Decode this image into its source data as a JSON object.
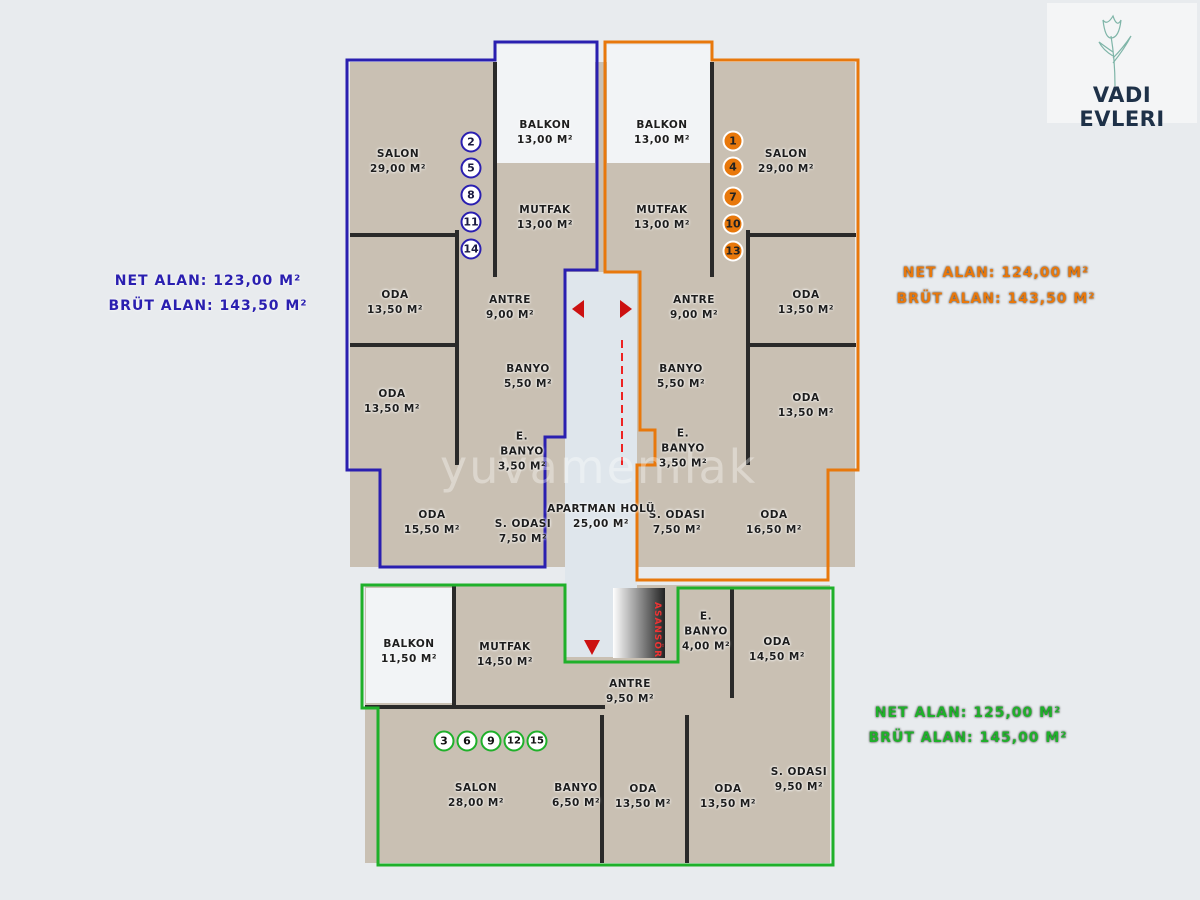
{
  "logo": {
    "text": "VADI EVLERI"
  },
  "watermark": "yuvamemlak",
  "blue_unit": {
    "color": "#2a1fb0",
    "net": "NET ALAN: 123,00 M²",
    "brut": "BRÜT ALAN: 143,50 M²",
    "flats": [
      "2",
      "5",
      "8",
      "11",
      "14"
    ],
    "rooms": [
      {
        "name": "BALKON",
        "area": "13,00 M²"
      },
      {
        "name": "SALON",
        "area": "29,00 M²"
      },
      {
        "name": "MUTFAK",
        "area": "13,00 M²"
      },
      {
        "name": "ODA",
        "area": "13,50 M²"
      },
      {
        "name": "ANTRE",
        "area": "9,00 M²"
      },
      {
        "name": "ODA",
        "area": "13,50 M²"
      },
      {
        "name": "BANYO",
        "area": "5,50 M²"
      },
      {
        "name": "E. BANYO",
        "area": "3,50 M²"
      },
      {
        "name": "ODA",
        "area": "15,50 M²"
      },
      {
        "name": "S. ODASI",
        "area": "7,50 M²"
      }
    ]
  },
  "orange_unit": {
    "color": "#e8780c",
    "net": "NET ALAN: 124,00 M²",
    "brut": "BRÜT ALAN: 143,50 M²",
    "flats": [
      "1",
      "4",
      "7",
      "10",
      "13"
    ],
    "rooms": [
      {
        "name": "BALKON",
        "area": "13,00 M²"
      },
      {
        "name": "SALON",
        "area": "29,00 M²"
      },
      {
        "name": "MUTFAK",
        "area": "13,00 M²"
      },
      {
        "name": "ODA",
        "area": "13,50 M²"
      },
      {
        "name": "ANTRE",
        "area": "9,00 M²"
      },
      {
        "name": "BANYO",
        "area": "5,50 M²"
      },
      {
        "name": "ODA",
        "area": "13,50 M²"
      },
      {
        "name": "E. BANYO",
        "area": "3,50 M²"
      },
      {
        "name": "S. ODASI",
        "area": "7,50 M²"
      },
      {
        "name": "ODA",
        "area": "16,50 M²"
      }
    ]
  },
  "green_unit": {
    "color": "#1fb02a",
    "net": "NET ALAN: 125,00 M²",
    "brut": "BRÜT ALAN: 145,00 M²",
    "flats": [
      "3",
      "6",
      "9",
      "12",
      "15"
    ],
    "rooms": [
      {
        "name": "BALKON",
        "area": "11,50 M²"
      },
      {
        "name": "MUTFAK",
        "area": "14,50 M²"
      },
      {
        "name": "E. BANYO",
        "area": "4,00 M²"
      },
      {
        "name": "ODA",
        "area": "14,50 M²"
      },
      {
        "name": "ANTRE",
        "area": "9,50 M²"
      },
      {
        "name": "SALON",
        "area": "28,00 M²"
      },
      {
        "name": "BANYO",
        "area": "6,50 M²"
      },
      {
        "name": "ODA",
        "area": "13,50 M²"
      },
      {
        "name": "ODA",
        "area": "13,50 M²"
      },
      {
        "name": "S. ODASI",
        "area": "9,50 M²"
      }
    ]
  },
  "common": {
    "hall_name": "APARTMAN HOLÜ",
    "hall_area": "25,00 M²",
    "elevator": "ASANSÖR"
  }
}
